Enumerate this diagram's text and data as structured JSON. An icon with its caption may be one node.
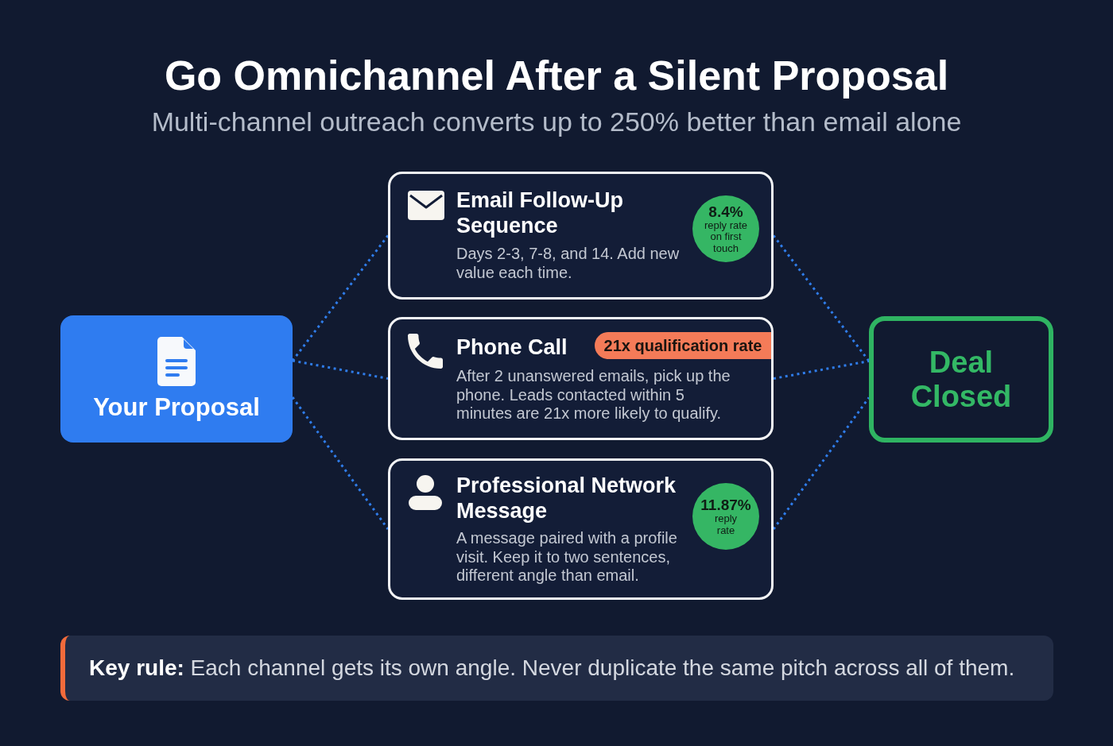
{
  "diagram": {
    "title": "Go Omnichannel After a Silent Proposal",
    "nodes": [
      {
        "text": [
          "Your Proposal"
        ]
      },
      {
        "text": [
          "Email Follow-Up Sequence",
          "Days 2-3, 7-8, and 14. Add new value each time."
        ]
      },
      {
        "text": [
          "8.4%",
          "reply rate on first touch"
        ],
        "in": 1
      },
      {
        "text": [
          "Phone Call",
          "After 2 unanswered emails, pick up the phone. Leads contacted within 5 minutes are 21x more likely to qualify."
        ]
      },
      {
        "text": [
          "21x qualification rate"
        ],
        "in": 3
      },
      {
        "text": [
          "Professional Network Message",
          "A message paired with a profile visit. Keep it to two sentences, different angle than email."
        ]
      },
      {
        "text": [
          "11.87%",
          "reply rate"
        ],
        "in": 5
      },
      {
        "text": [
          "Deal Closed"
        ]
      },
      {
        "text": [
          "**Key rule:** Each channel gets its own angle. Never duplicate the same pitch across all of them."
        ]
      }
    ],
    "edges": [
      {
        "from": 0,
        "to": 1,
        "arrow": "none",
        "style": "dashed"
      },
      {
        "from": 0,
        "to": 3,
        "arrow": "none",
        "style": "dashed"
      },
      {
        "from": 0,
        "to": 5,
        "arrow": "none",
        "style": "dashed"
      },
      {
        "from": 1,
        "to": 7,
        "arrow": "none",
        "style": "dashed"
      },
      {
        "from": 3,
        "to": 7,
        "arrow": "none",
        "style": "dashed"
      },
      {
        "from": 5,
        "to": 7,
        "arrow": "none",
        "style": "dashed"
      }
    ],
    "labels": [
      "Multi-channel outreach converts up to 250% better than email alone"
    ]
  }
}
